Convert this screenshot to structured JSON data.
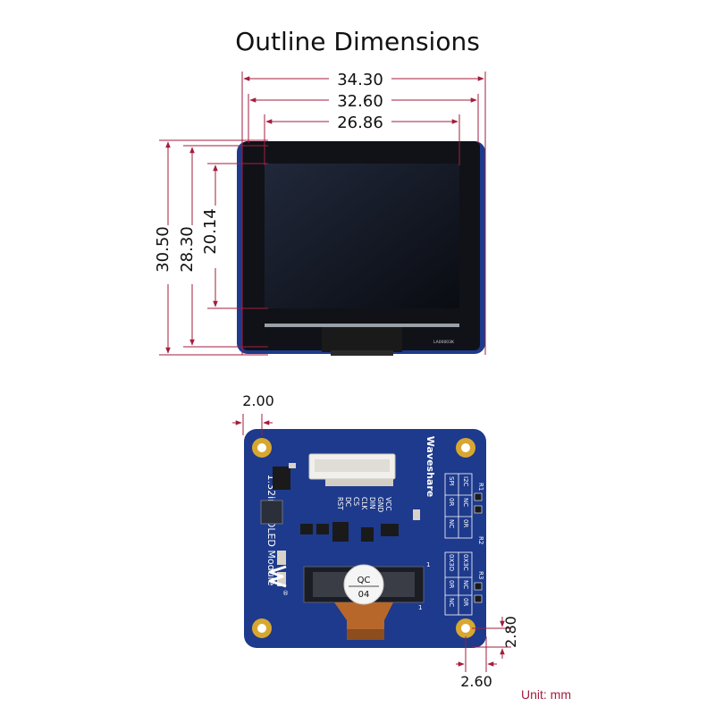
{
  "page": {
    "title": "Outline Dimensions",
    "unit_label": "Unit: mm"
  },
  "dimensions": {
    "module_width": "34.30",
    "pcb_width": "32.60",
    "active_area_width": "26.86",
    "module_height": "30.50",
    "pcb_height": "28.30",
    "active_area_height": "20.14",
    "hole_edge_offset": "2.00",
    "hole_offset_x": "2.60",
    "hole_offset_y": "2.80"
  },
  "front_view": {
    "panel_code": "LA00003K"
  },
  "back_view": {
    "brand": "Waveshare",
    "product_name": "1.32inch OLED Module",
    "pin_labels": [
      "VCC",
      "GND",
      "DIN",
      "CLK",
      "CS",
      "DC",
      "RST"
    ],
    "interface_table": {
      "row1": [
        "I2C",
        "NC",
        "0R"
      ],
      "row2": [
        "SPI",
        "0R",
        "NC"
      ]
    },
    "address_table": {
      "row1": [
        "0X3C",
        "NC",
        "0R"
      ],
      "row2": [
        "0X3D",
        "0R",
        "NC"
      ]
    },
    "resistor_labels": [
      "R1",
      "R2",
      "R3"
    ],
    "qc_label": "QC",
    "qc_number": "04",
    "pin_one_marks": [
      "1",
      "1"
    ],
    "registered_mark": "®"
  },
  "colors": {
    "dimension_line": "#a31d3e",
    "pcb_blue": "#1e3a8c",
    "screen_black": "#0c0e14",
    "gold_pad": "#d8a730",
    "flex_cable": "#b8672b"
  }
}
